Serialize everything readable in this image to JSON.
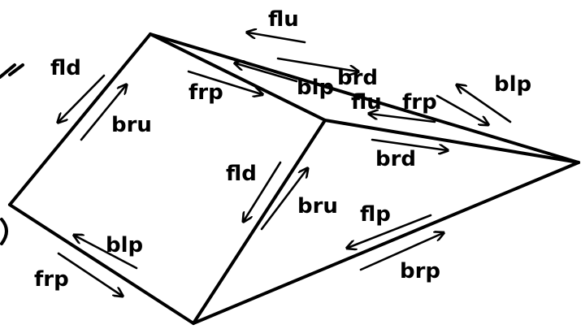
{
  "labels": {
    "flu_top": "flu",
    "fld_left": "fld",
    "bru_left": "bru",
    "frp_upper": "frp",
    "blp_mid": "blp",
    "brd_mid": "brd",
    "flu_mid": "flu",
    "frp_mid": "frp",
    "blp_right": "blp",
    "brd_center": "brd",
    "fld_center": "fld",
    "bru_center": "bru",
    "flp_lower": "flp",
    "brp_lower": "brp",
    "blp_bottom_left": "blp",
    "frp_bottom_left": "frp"
  }
}
